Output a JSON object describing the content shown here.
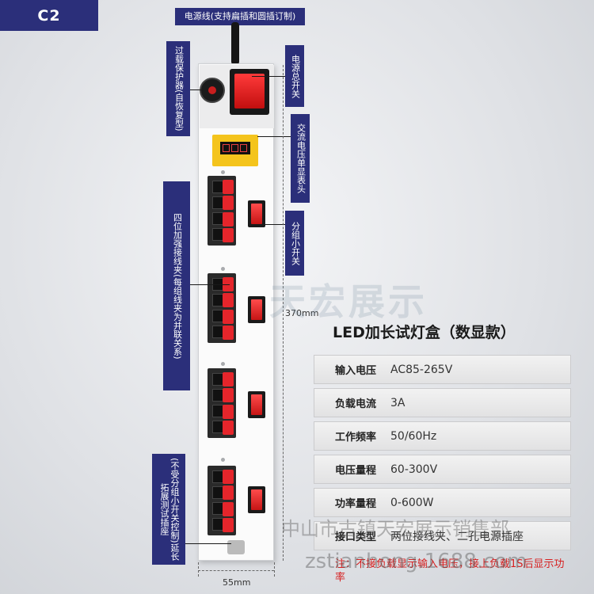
{
  "tag": "C2",
  "callouts": {
    "power_cord": "电源线(支持扁插和圆插订制)",
    "overload": "过载保护器(自恢复型)",
    "main_switch": "电源总开关",
    "ac_meter": "交流电压单显表头",
    "four_clip": "四位加强接线夹(每组线夹为并联关系)",
    "group_switch": "分组小开关",
    "ext_socket": "(不受分组小开关控制)延长拓展测试插座"
  },
  "dimensions": {
    "length": "370mm",
    "width": "55mm"
  },
  "watermarks": {
    "brand": "天宏展示",
    "shop": "中山市古镇天宏展示销售部",
    "url": "zstianhong.1688.com"
  },
  "specs": {
    "title": "LED加长试灯盒（数显款）",
    "rows": [
      {
        "key": "输入电压",
        "value": "AC85-265V"
      },
      {
        "key": "负载电流",
        "value": "3A"
      },
      {
        "key": "工作频率",
        "value": "50/60Hz"
      },
      {
        "key": "电压量程",
        "value": "60-300V"
      },
      {
        "key": "功率量程",
        "value": "0-600W"
      },
      {
        "key": "接口类型",
        "value": "两位接线夹、二孔电源插座"
      }
    ],
    "note": "注：不接负载显示输入电压，接上负载1S后显示功率"
  },
  "colors": {
    "label_bg": "#2b2f7a",
    "switch_red": "#e5252b",
    "meter_yellow": "#f4c41c",
    "note_red": "#d62020"
  }
}
